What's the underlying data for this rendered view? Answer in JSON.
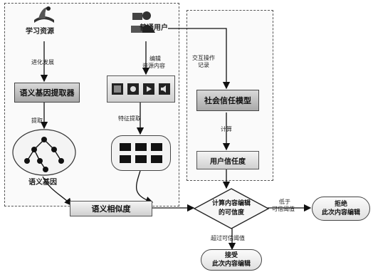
{
  "nodes": {
    "learning_resource": "学习资源",
    "ordinary_user": "普通用户",
    "semantic_gene_extraction": "语义基因提取器",
    "social_trust_model": "社会信任模型",
    "semantic_gene": "语义基因",
    "user_trust": "用户信任度",
    "semantic_similarity": "语义相似度",
    "content_credibility_line1": "计算内容编辑",
    "content_credibility_line2": "的可信度",
    "reject_line1": "拒绝",
    "reject_line2": "此次内容编辑",
    "accept_line1": "接受",
    "accept_line2": "此次内容编辑"
  },
  "edges": {
    "evolution": "进化发展",
    "edit_content_line1": "编辑",
    "edit_content_line2": "资源内容",
    "interaction_line1": "交互操作",
    "interaction_line2": "记录",
    "extract": "提取",
    "feature_extract": "特征提取",
    "compute": "计算",
    "below_line1": "低于",
    "below_line2": "可信阈值",
    "exceed": "超过可信阈值"
  },
  "icons": [
    "book-icon",
    "user-icon",
    "text-media-icon",
    "image-media-icon",
    "video-media-icon",
    "audio-media-icon",
    "tree-icon",
    "feature-grid-icon"
  ]
}
